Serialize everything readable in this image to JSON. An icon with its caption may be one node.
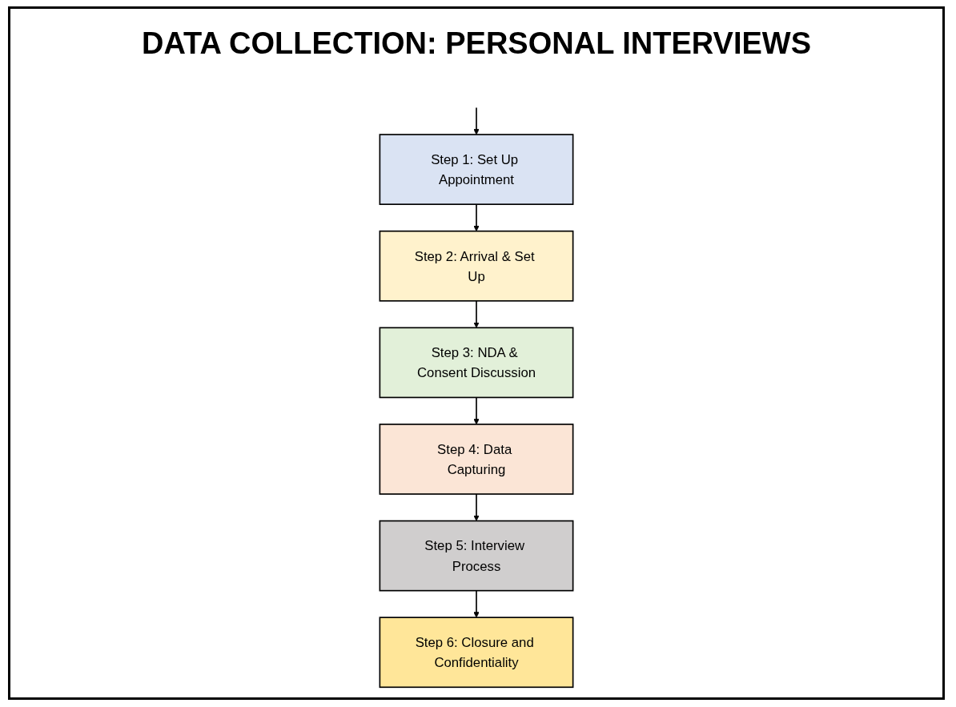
{
  "diagram": {
    "title": "DATA COLLECTION: PERSONAL INTERVIEWS",
    "nodes": [
      {
        "text": [
          "Step 1: Set Up Appointment"
        ]
      },
      {
        "text": [
          "Step 2: Arrival & Set Up"
        ]
      },
      {
        "text": [
          "Step 3: NDA & Consent Discussion"
        ]
      },
      {
        "text": [
          "Step 4: Data Capturing"
        ]
      },
      {
        "text": [
          "Step 5: Interview Process"
        ]
      },
      {
        "text": [
          "Step 6: Closure and Confidentiality"
        ]
      }
    ],
    "edges": [
      {
        "from": null,
        "to": 0,
        "arrow": "to"
      },
      {
        "from": 0,
        "to": 1,
        "arrow": "to"
      },
      {
        "from": 1,
        "to": 2,
        "arrow": "to"
      },
      {
        "from": 2,
        "to": 3,
        "arrow": "to"
      },
      {
        "from": 3,
        "to": 4,
        "arrow": "to"
      },
      {
        "from": 4,
        "to": 5,
        "arrow": "to"
      }
    ]
  }
}
